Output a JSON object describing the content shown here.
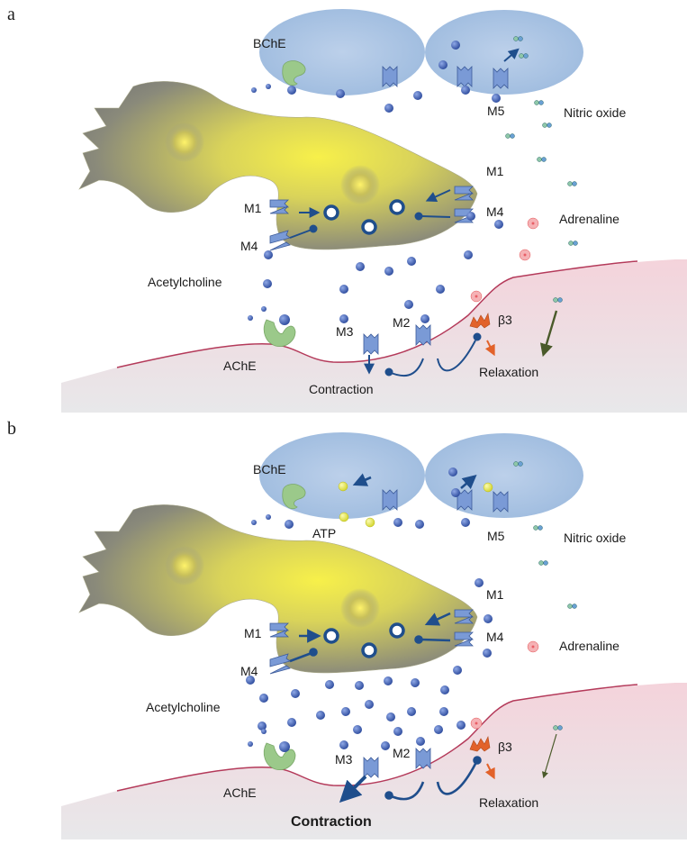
{
  "panels": [
    {
      "letter": "a",
      "labels": {
        "bche": "BChE",
        "m5": "M5",
        "nitric_oxide": "Nitric oxide",
        "m1_right": "M1",
        "m4_right": "M4",
        "adrenaline": "Adrenaline",
        "m1_left": "M1",
        "m4_left": "M4",
        "acetylcholine": "Acetylcholine",
        "ache": "AChE",
        "m3": "M3",
        "m2": "M2",
        "beta3": "β3",
        "contraction": "Contraction",
        "relaxation": "Relaxation"
      }
    },
    {
      "letter": "b",
      "labels": {
        "bche": "BChE",
        "atp": "ATP",
        "m5": "M5",
        "nitric_oxide": "Nitric oxide",
        "m1_right": "M1",
        "m4_right": "M4",
        "adrenaline": "Adrenaline",
        "m1_left": "M1",
        "m4_left": "M4",
        "acetylcholine": "Acetylcholine",
        "ache": "AChE",
        "m3": "M3",
        "m2": "M2",
        "beta3": "β3",
        "contraction": "Contraction",
        "relaxation": "Relaxation"
      }
    }
  ],
  "colors": {
    "acetylcholine": "#2e4fa3",
    "receptor": "#7a9ad6",
    "enzyme": "#9bc98a",
    "atp": "#e6e84a",
    "adrenaline": "#e8585a",
    "beta3": "#e2622a",
    "muscle_line": "#b43a5a"
  }
}
